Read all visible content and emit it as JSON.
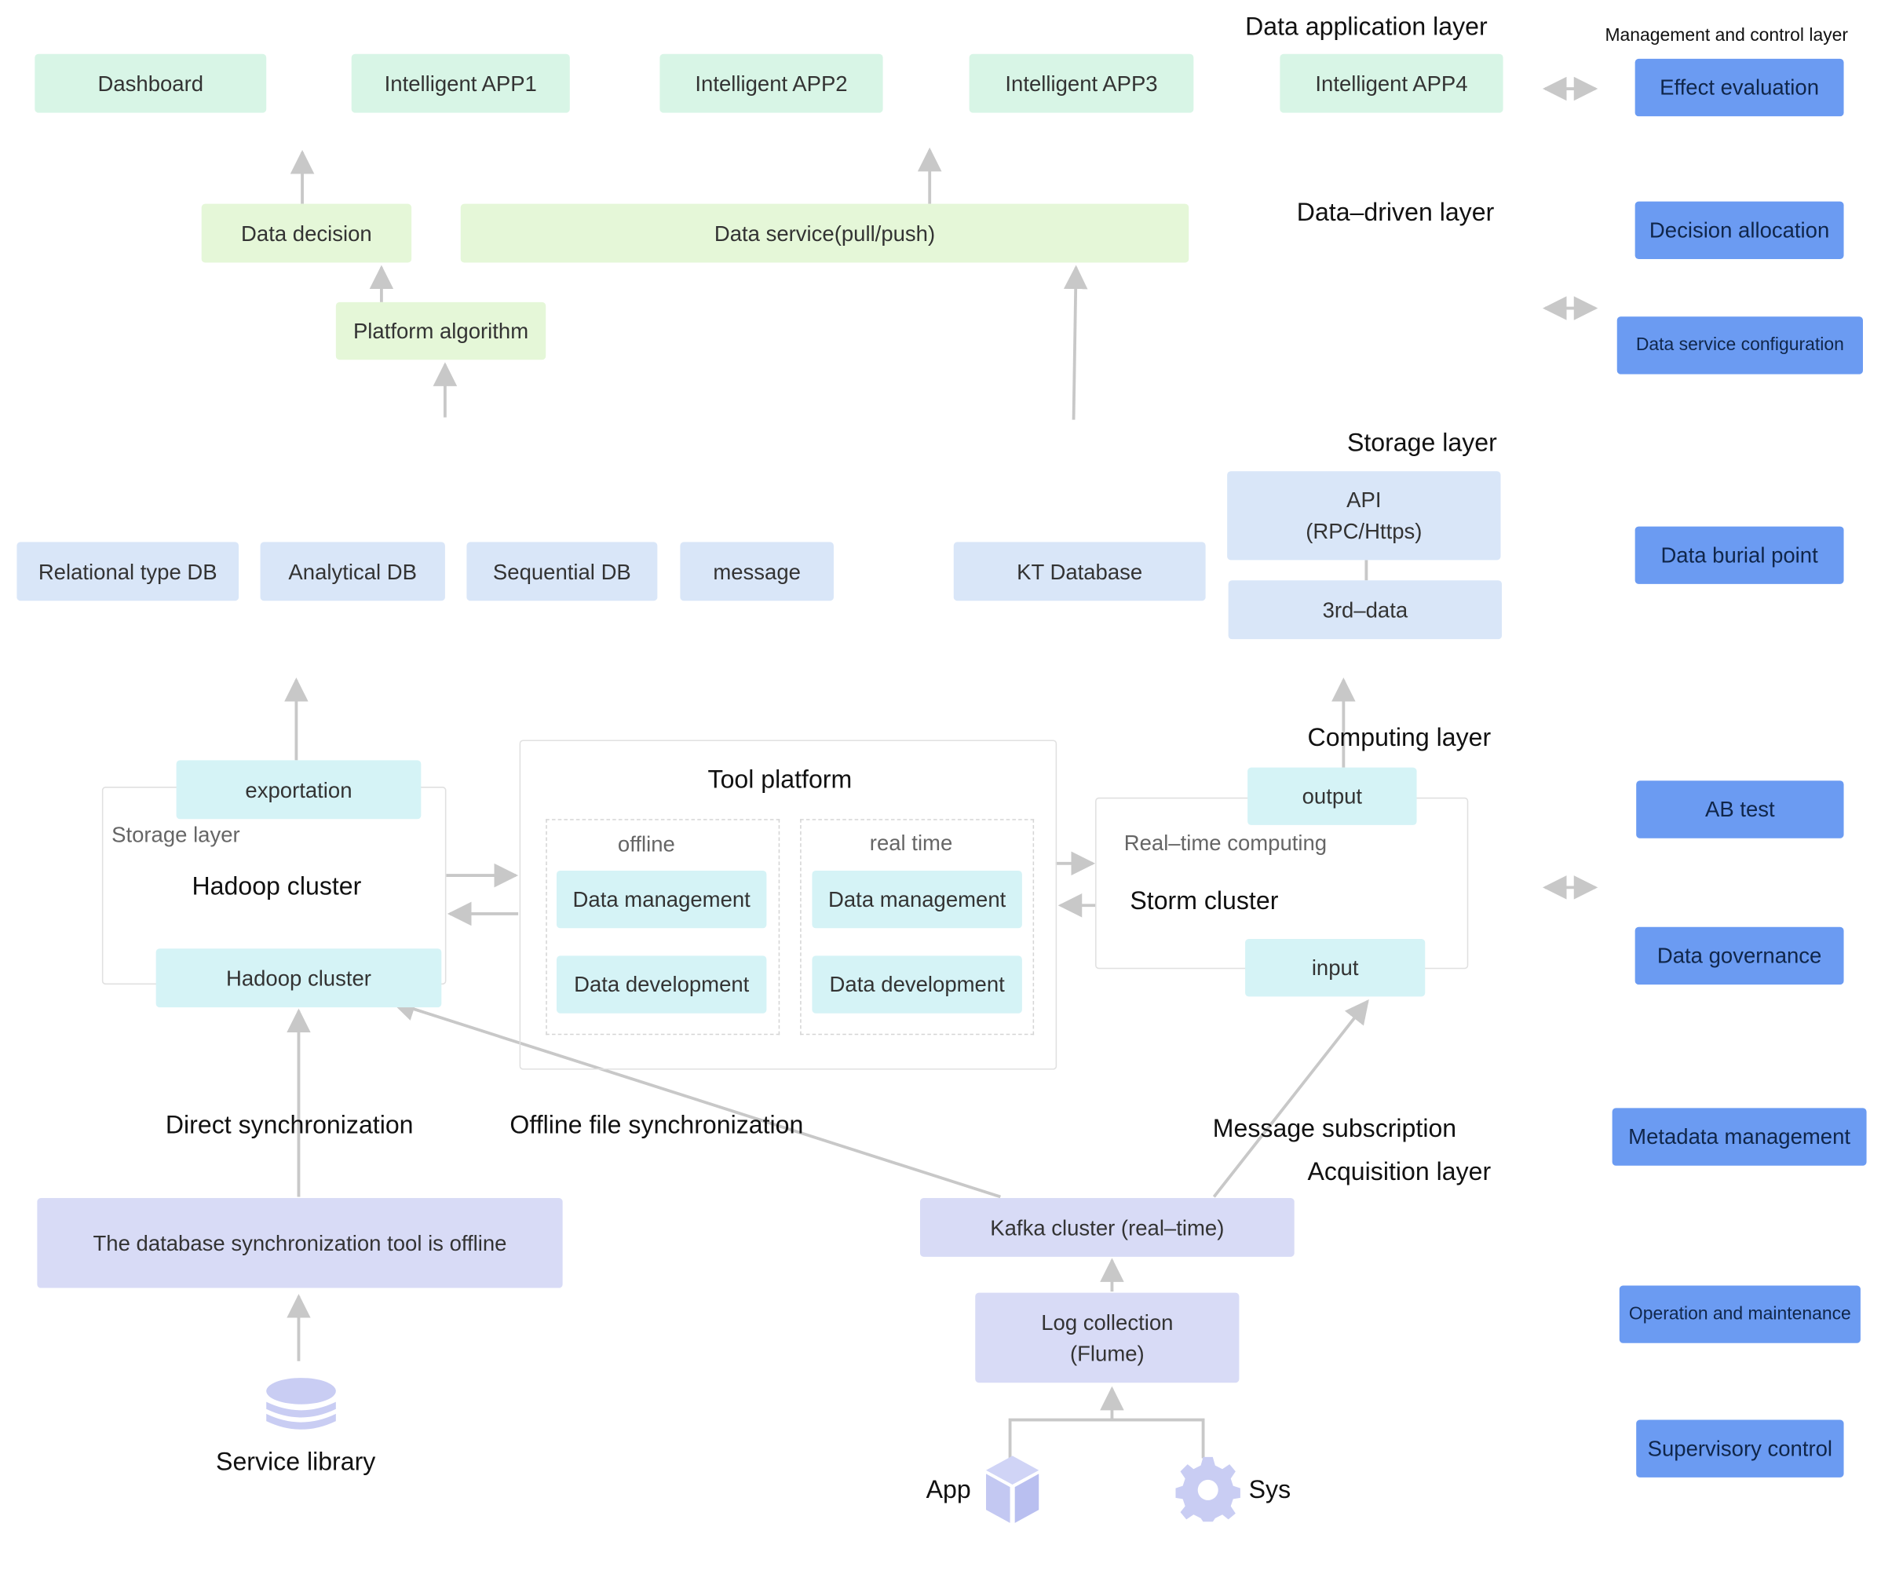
{
  "layers": {
    "application": "Data application layer",
    "driven": "Data–driven layer",
    "storage": "Storage layer",
    "computing": "Computing layer",
    "acquisition": "Acquisition layer",
    "management": "Management and control layer"
  },
  "application_boxes": [
    "Dashboard",
    "Intelligent APP1",
    "Intelligent APP2",
    "Intelligent APP3",
    "Intelligent APP4"
  ],
  "driven_boxes": {
    "decision": "Data decision",
    "service": "Data service(pull/push)",
    "algorithm": "Platform algorithm"
  },
  "storage_boxes": {
    "relational": "Relational type DB",
    "analytical": "Analytical DB",
    "sequential": "Sequential DB",
    "message": "message",
    "kt": "KT Database",
    "api": "API\n(RPC/Https)",
    "third": "3rd–data"
  },
  "hadoop": {
    "exportation": "exportation",
    "storage_label": "Storage layer",
    "title": "Hadoop cluster",
    "bottom": "Hadoop cluster"
  },
  "tool_platform": {
    "title": "Tool platform",
    "offline": "offline",
    "realtime": "real time",
    "data_management": "Data management",
    "data_development": "Data development"
  },
  "storm": {
    "output": "output",
    "label": "Real–time computing",
    "title": "Storm cluster",
    "input": "input"
  },
  "sync": {
    "direct": "Direct synchronization",
    "offline_file": "Offline file synchronization",
    "message_sub": "Message subscription"
  },
  "acquisition": {
    "db_tool": "The database synchronization tool is offline",
    "kafka": "Kafka cluster (real–time)",
    "log": "Log collection\n(Flume)",
    "service_library": "Service library",
    "app": "App",
    "sys": "Sys"
  },
  "management_items": [
    "Effect evaluation",
    "Decision allocation",
    "Data service configuration",
    "Data burial point",
    "AB test",
    "Data governance",
    "Metadata management",
    "Operation and maintenance",
    "Supervisory control"
  ],
  "colors": {
    "app_green": "#d8f5e6",
    "driven_lime": "#e5f7d8",
    "storage_blue": "#d9e6f8",
    "compute_cyan": "#d5f3f6",
    "acquire_lavender": "#d8dbf6",
    "management_blue": "#6b9bf2",
    "arrow_gray": "#c8c8c8"
  }
}
